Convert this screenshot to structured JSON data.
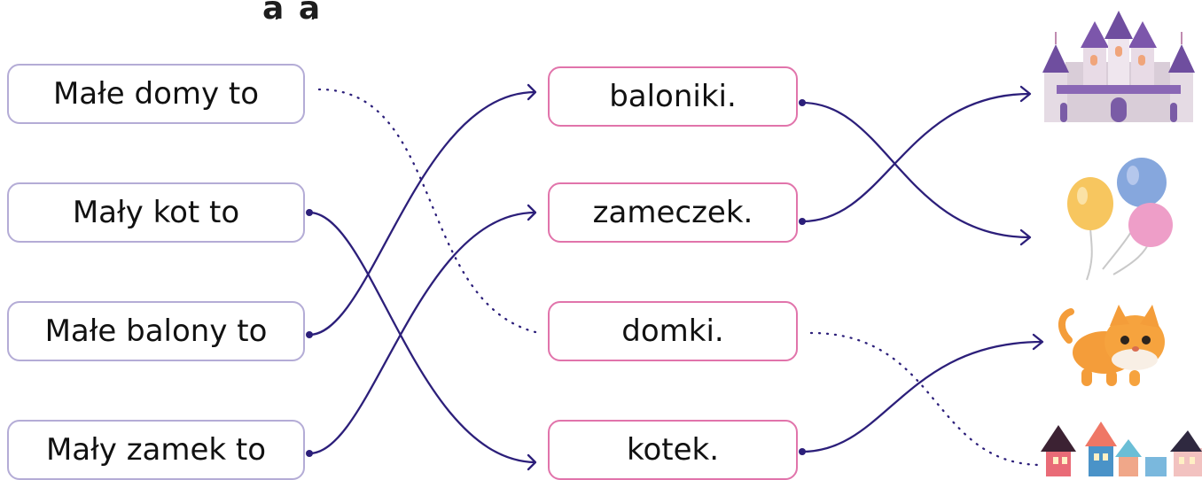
{
  "heading_fragment": "ą   ą ",
  "left_phrases": [
    "Małe domy to",
    "Mały kot to",
    "Małe balony to",
    "Mały zamek to"
  ],
  "right_words": [
    "baloniki.",
    "zameczek.",
    "domki.",
    "kotek."
  ],
  "images": [
    "castle-icon",
    "balloons-icon",
    "kitten-icon",
    "houses-icon"
  ],
  "connections": {
    "solid": [
      {
        "from": "Mały kot to",
        "to": "kotek."
      },
      {
        "from": "Małe balony to",
        "to": "baloniki."
      },
      {
        "from": "Mały zamek to",
        "to": "zameczek."
      },
      {
        "from": "baloniki.",
        "to": "balloons-icon"
      },
      {
        "from": "zameczek.",
        "to": "castle-icon"
      },
      {
        "from": "kotek.",
        "to": "kitten-icon"
      }
    ],
    "dotted": [
      {
        "from": "Małe domy to",
        "to": "domki."
      },
      {
        "from": "domki.",
        "to": "houses-icon"
      }
    ]
  },
  "colors": {
    "left_border": "#b4acd6",
    "middle_border": "#e174ab",
    "line": "#2c1f7a"
  }
}
